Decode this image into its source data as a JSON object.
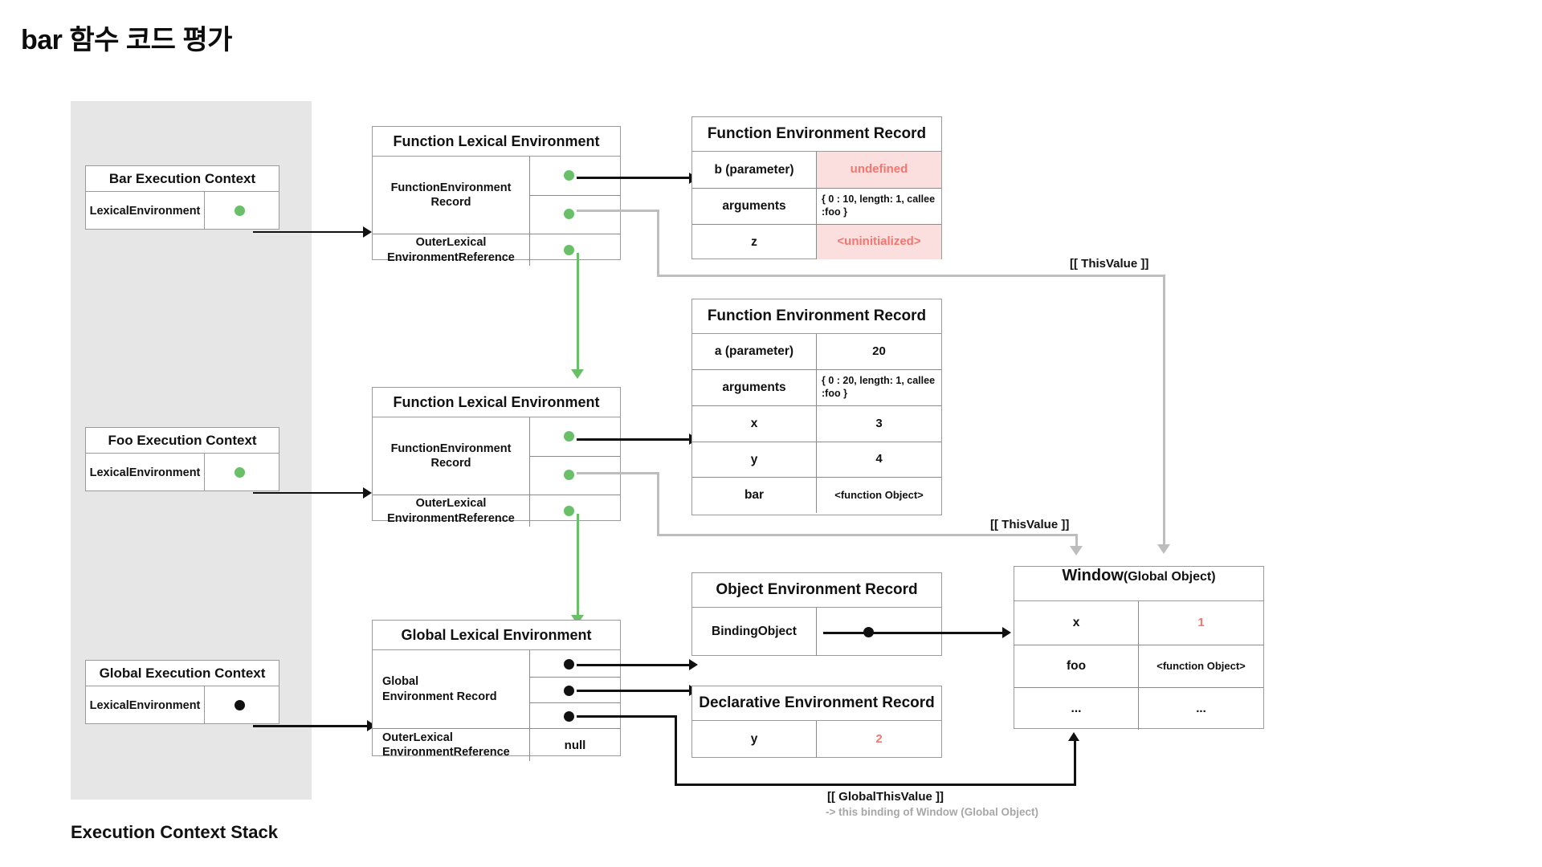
{
  "page": {
    "title": "bar 함수 코드 평가",
    "stack_caption": "Execution Context Stack"
  },
  "colors": {
    "green_pointer": "#6abf69",
    "black_pointer": "#111111",
    "red_value": "#f4766f",
    "red_fill": "#fbdede",
    "stack_background": "#e6e6e6",
    "gray_line": "#bdbdbd"
  },
  "execution_contexts": [
    {
      "title": "Bar Execution Context",
      "field": "LexicalEnvironment",
      "pointer": "green-dot"
    },
    {
      "title": "Foo Execution Context",
      "field": "LexicalEnvironment",
      "pointer": "green-dot"
    },
    {
      "title": "Global Execution Context",
      "field": "LexicalEnvironment",
      "pointer": "black-dot"
    }
  ],
  "lexical_environments": [
    {
      "title": "Function Lexical Environment",
      "record_label": "FunctionEnvironment\nRecord",
      "outer_label": "OuterLexical\nEnvironmentReference",
      "outer_value": ""
    },
    {
      "title": "Function Lexical Environment",
      "record_label": "FunctionEnvironment\nRecord",
      "outer_label": "OuterLexical\nEnvironmentReference",
      "outer_value": ""
    },
    {
      "title": "Global Lexical Environment",
      "record_label": "Global\nEnvironment Record",
      "outer_label": "OuterLexical\nEnvironmentReference",
      "outer_value": "null"
    }
  ],
  "bar_function_environment_record": {
    "title": "Function Environment Record",
    "rows": [
      {
        "key": "b (parameter)",
        "value": "undefined",
        "style": "redfill"
      },
      {
        "key": "arguments",
        "value": "{ 0 : 10, length: 1, callee :foo }",
        "style": "small"
      },
      {
        "key": "z",
        "value": "<uninitialized>",
        "style": "redfill"
      }
    ]
  },
  "foo_function_environment_record": {
    "title": "Function Environment Record",
    "rows": [
      {
        "key": "a (parameter)",
        "value": "20",
        "style": "plain"
      },
      {
        "key": "arguments",
        "value": "{ 0 : 20, length: 1, callee :foo }",
        "style": "small"
      },
      {
        "key": "x",
        "value": "3",
        "style": "plain"
      },
      {
        "key": "y",
        "value": "4",
        "style": "plain"
      },
      {
        "key": "bar",
        "value": "<function Object>",
        "style": "mono-small"
      }
    ]
  },
  "object_environment_record": {
    "title": "Object Environment Record",
    "rows": [
      {
        "key": "BindingObject",
        "value": "",
        "style": "pointer"
      }
    ]
  },
  "declarative_environment_record": {
    "title": "Declarative Environment Record",
    "rows": [
      {
        "key": "y",
        "value": "2",
        "style": "red"
      }
    ]
  },
  "window_global_object": {
    "title_main": "Window",
    "title_sub": "(Global Object)",
    "rows": [
      {
        "key": "x",
        "value": "1",
        "style": "red"
      },
      {
        "key": "foo",
        "value": "<function Object>",
        "style": "mono-small"
      },
      {
        "key": "...",
        "value": "...",
        "style": "plain"
      }
    ]
  },
  "annotations": {
    "this_value_top": "[[ ThisValue ]]",
    "this_value_mid": "[[ ThisValue ]]",
    "global_this_value": "[[ GlobalThisValue ]]",
    "global_this_value_sub": "-> this binding of Window (Global Object)"
  }
}
